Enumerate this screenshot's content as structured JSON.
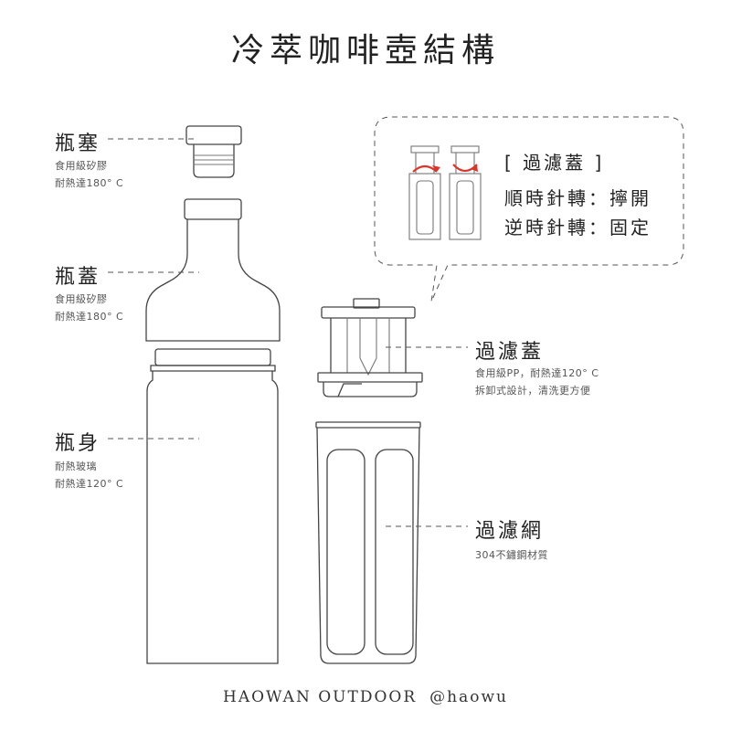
{
  "title": "冷萃咖啡壺結構",
  "callouts": {
    "stopper": {
      "name": "瓶塞",
      "lines": [
        "食用級矽膠",
        "耐熱達180° C"
      ]
    },
    "cap": {
      "name": "瓶蓋",
      "lines": [
        "食用級矽膠",
        "耐熱達180° C"
      ]
    },
    "body": {
      "name": "瓶身",
      "lines": [
        "耐熱玻璃",
        "耐熱達120° C"
      ]
    },
    "filter_lid": {
      "name": "過濾蓋",
      "lines": [
        "食用級PP，耐熱達120° C",
        "拆卸式設計，清洗更方便"
      ]
    },
    "filter_mesh": {
      "name": "過濾網",
      "lines": [
        "304不鏽鋼材質"
      ]
    }
  },
  "bubble": {
    "heading": "[ 過濾蓋 ]",
    "line1": "順時針轉：擰開",
    "line2": "逆時針轉：固定"
  },
  "footer": {
    "brand": "HAOWAN OUTDOOR",
    "handle": "@haowu"
  },
  "colors": {
    "line": "#444444",
    "arrow": "#d9352b",
    "text": "#222222"
  }
}
